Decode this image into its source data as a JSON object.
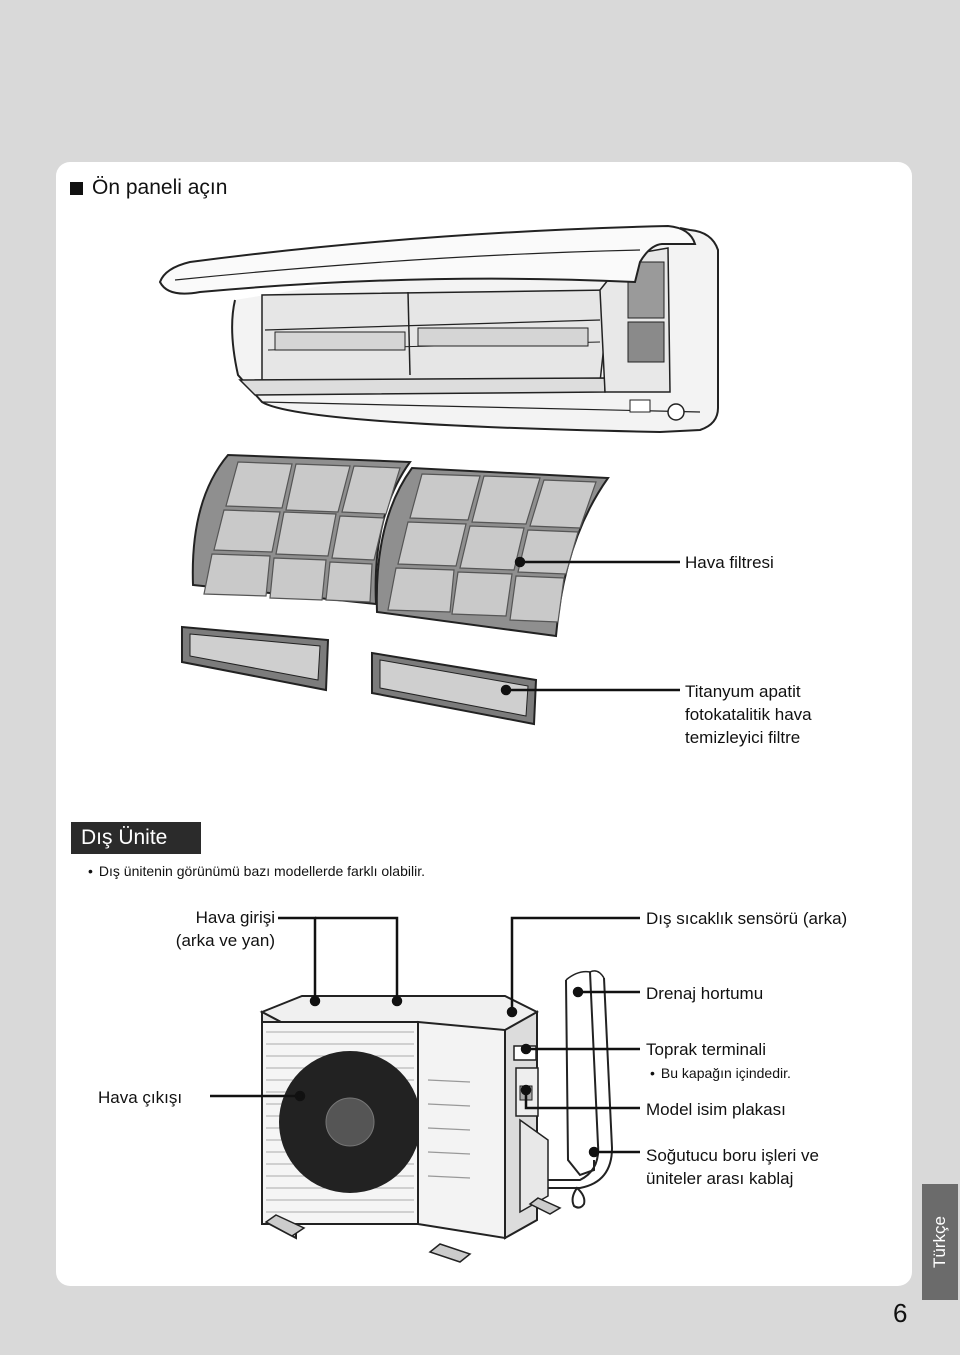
{
  "section_title": "Ön paneli açın",
  "indoor_labels": {
    "air_filter": "Hava filtresi",
    "titanium_filter": [
      "Titanyum apatit",
      "fotokatalitik hava",
      "temizleyici filtre"
    ]
  },
  "outdoor": {
    "badge": "Dış Ünite",
    "note": "Dış ünitenin görünümü bazı modellerde farklı olabilir.",
    "air_inlet": [
      "Hava girişi",
      "(arka ve yan)"
    ],
    "air_outlet": "Hava çıkışı",
    "outside_temp_sensor": "Dış sıcaklık sensörü (arka)",
    "drain_hose": "Drenaj hortumu",
    "earth_terminal": "Toprak terminali",
    "earth_terminal_note": "Bu kapağın içindedir.",
    "model_plate": "Model isim plakası",
    "piping": [
      "Soğutucu boru işleri ve",
      "üniteler arası kablaj"
    ]
  },
  "language_tab": "Türkçe",
  "page_number": "6"
}
